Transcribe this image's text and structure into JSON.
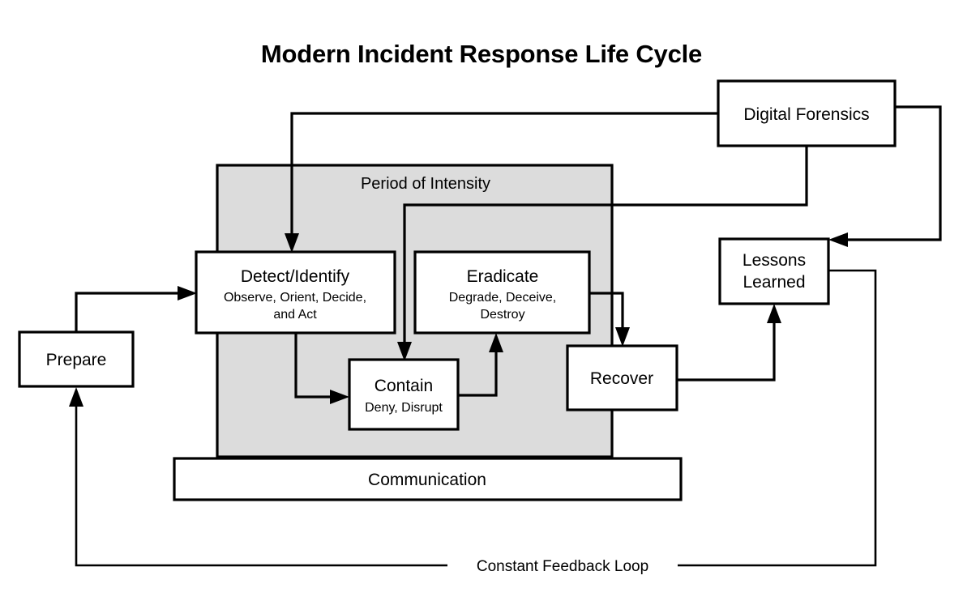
{
  "diagram": {
    "title": "Modern Incident Response Life Cycle",
    "type": "flowchart",
    "background_color": "#ffffff",
    "line_color": "#000000",
    "panel_fill_color": "#dcdcdc",
    "box_fill_color": "#ffffff",
    "panel": {
      "label": "Period of Intensity"
    },
    "nodes": [
      {
        "id": "prepare",
        "title": "Prepare",
        "subtitle": ""
      },
      {
        "id": "detect-identify",
        "title": "Detect/Identify",
        "subtitle_line1": "Observe, Orient, Decide,",
        "subtitle_line2": "and Act"
      },
      {
        "id": "eradicate",
        "title": "Eradicate",
        "subtitle_line1": "Degrade, Deceive,",
        "subtitle_line2": "Destroy"
      },
      {
        "id": "contain",
        "title": "Contain",
        "subtitle_line1": "Deny, Disrupt"
      },
      {
        "id": "recover",
        "title": "Recover",
        "subtitle": ""
      },
      {
        "id": "lessons-learned",
        "title_line1": "Lessons",
        "title_line2": "Learned"
      },
      {
        "id": "digital-forensics",
        "title": "Digital Forensics",
        "subtitle": ""
      },
      {
        "id": "communication",
        "title": "Communication",
        "subtitle": ""
      }
    ],
    "feedback_loop": {
      "label": "Constant Feedback Loop"
    },
    "edges": [
      {
        "from": "prepare",
        "to": "detect-identify",
        "arrow": true
      },
      {
        "from": "detect-identify",
        "to": "contain",
        "arrow": true
      },
      {
        "from": "contain",
        "to": "eradicate",
        "arrow": true
      },
      {
        "from": "eradicate",
        "to": "recover",
        "arrow": true
      },
      {
        "from": "recover",
        "to": "lessons-learned",
        "arrow": true
      },
      {
        "from": "digital-forensics",
        "to": "detect-identify",
        "arrow": true
      },
      {
        "from": "digital-forensics",
        "to": "contain",
        "arrow": true
      },
      {
        "from": "digital-forensics",
        "to": "lessons-learned",
        "arrow": true
      },
      {
        "from": "lessons-learned",
        "to": "prepare",
        "arrow": true,
        "via": "feedback-loop"
      }
    ]
  }
}
